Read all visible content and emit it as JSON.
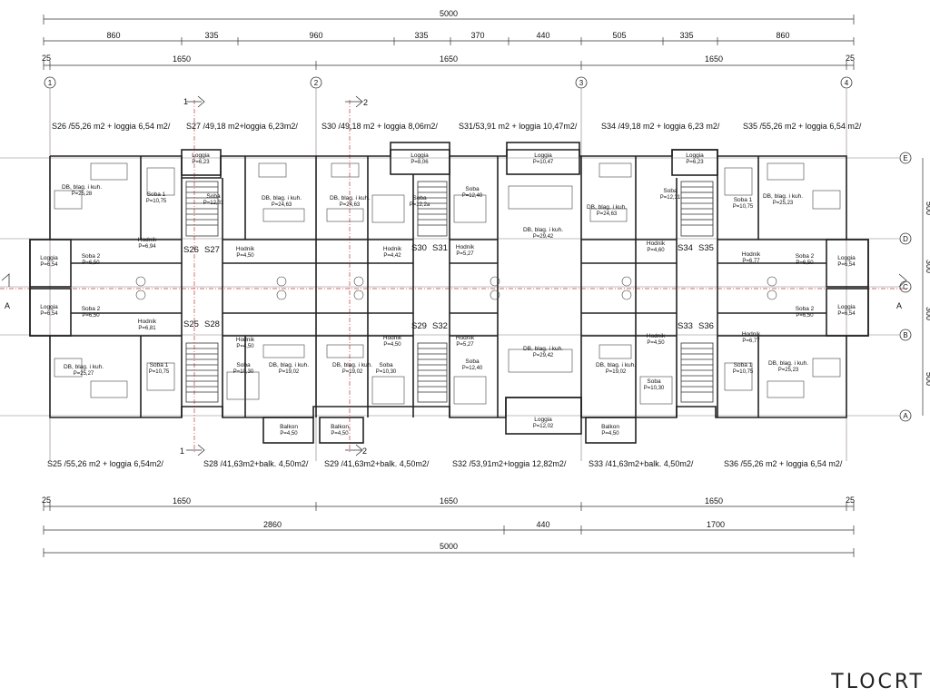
{
  "drawing": {
    "title": "TLOCRT",
    "top_dims": {
      "total": "5000",
      "row1": [
        "860",
        "335",
        "960",
        "335",
        "370",
        "440",
        "505",
        "335",
        "860"
      ],
      "row2": [
        "25",
        "1650",
        "1650",
        "1650",
        "25"
      ]
    },
    "bottom_dims": {
      "row1": [
        "25",
        "1650",
        "1650",
        "1650",
        "25"
      ],
      "row2": [
        "2860",
        "440",
        "1700"
      ],
      "total": "5000"
    },
    "right_dims": [
      "500",
      "300",
      "300",
      "500"
    ],
    "axes_cols": [
      "1",
      "2",
      "3",
      "4"
    ],
    "axes_rows": [
      "E",
      "D",
      "C",
      "B",
      "A"
    ],
    "section_marks": [
      "1",
      "2",
      "1",
      "2",
      "A",
      "A"
    ],
    "top_apartments": [
      "S26 /55,26 m2 + loggia 6,54 m2/",
      "S27 /49,18 m2+loggia 6,23m2/",
      "S30 /49,18 m2 + loggia 8,06m2/",
      "S31/53,91 m2 + loggia 10,47m2/",
      "S34 /49,18 m2 + loggia 6,23 m2/",
      "S35 /55,26 m2 + loggia 6,54 m2/"
    ],
    "bottom_apartments": [
      "S25 /55,26 m2 + loggia 6,54m2/",
      "S28 /41,63m2+balk. 4,50m2/",
      "S29 /41,63m2+balk. 4,50m2/",
      "S32 /53,91m2+loggia 12,82m2/",
      "S33 /41,63m2+balk. 4,50m2/",
      "S36 /55,26 m2 + loggia 6,54 m2/"
    ],
    "unit_labels": [
      "S26",
      "S27",
      "S25",
      "S28",
      "S30",
      "S31",
      "S29",
      "S32",
      "S34",
      "S35",
      "S33",
      "S36"
    ],
    "rooms": [
      {
        "name": "Loggia",
        "area": "P=6,23"
      },
      {
        "name": "Loggia",
        "area": "P=8,06"
      },
      {
        "name": "Loggia",
        "area": "P=10,47"
      },
      {
        "name": "Loggia",
        "area": "P=6,23"
      },
      {
        "name": "DB, blag. i kuh.",
        "area": "P=25,28"
      },
      {
        "name": "Soba 1",
        "area": "P=10,75"
      },
      {
        "name": "Soba",
        "area": "P=12,31"
      },
      {
        "name": "DB, blag. i kuh.",
        "area": "P=24,63"
      },
      {
        "name": "DB, blag. i kuh.",
        "area": "P=24,63"
      },
      {
        "name": "Soba",
        "area": "P=12,2a"
      },
      {
        "name": "Soba",
        "area": "P=12,40"
      },
      {
        "name": "DB, blag. i kuh.",
        "area": "P=29,42"
      },
      {
        "name": "DB, blag. i kuh.",
        "area": "P=24,63"
      },
      {
        "name": "Soba",
        "area": "P=12,31"
      },
      {
        "name": "Soba 1",
        "area": "P=10,75"
      },
      {
        "name": "DB, blag. i kuh.",
        "area": "P=25,23"
      },
      {
        "name": "Loggia",
        "area": "P=6,54"
      },
      {
        "name": "Soba 2",
        "area": "P=6,50"
      },
      {
        "name": "Hodnik",
        "area": "P=6,94"
      },
      {
        "name": "Hodnik",
        "area": "P=4,50"
      },
      {
        "name": "Hodnik",
        "area": "P=4,42"
      },
      {
        "name": "Hodnik",
        "area": "P=5,27"
      },
      {
        "name": "Hodnik",
        "area": "P=4,60"
      },
      {
        "name": "Hodnik",
        "area": "P=6,77"
      },
      {
        "name": "Soba 2",
        "area": "P=6,50"
      },
      {
        "name": "Loggia",
        "area": "P=6,54"
      },
      {
        "name": "Loggia",
        "area": "P=6,54"
      },
      {
        "name": "Soba 2",
        "area": "P=6,50"
      },
      {
        "name": "Hodnik",
        "area": "P=6,81"
      },
      {
        "name": "Hodnik",
        "area": "P=4,50"
      },
      {
        "name": "Hodnik",
        "area": "P=4,50"
      },
      {
        "name": "Hodnik",
        "area": "P=5,27"
      },
      {
        "name": "Hodnik",
        "area": "P=4,50"
      },
      {
        "name": "Hodnik",
        "area": "P=6,77"
      },
      {
        "name": "Soba 2",
        "area": "P=6,50"
      },
      {
        "name": "Loggia",
        "area": "P=6,54"
      },
      {
        "name": "DB, blag. i kuh.",
        "area": "P=25,27"
      },
      {
        "name": "Soba 1",
        "area": "P=10,75"
      },
      {
        "name": "Soba",
        "area": "P=10,30"
      },
      {
        "name": "DB, blag. i kuh.",
        "area": "P=19,02"
      },
      {
        "name": "DB, blag. i kuh.",
        "area": "P=19,02"
      },
      {
        "name": "Soba",
        "area": "P=10,30"
      },
      {
        "name": "Soba",
        "area": "P=12,40"
      },
      {
        "name": "DB, blag. i kuh.",
        "area": "P=29,42"
      },
      {
        "name": "DB, blag. i kuh.",
        "area": "P=19,02"
      },
      {
        "name": "Soba",
        "area": "P=10,30"
      },
      {
        "name": "Soba 1",
        "area": "P=10,75"
      },
      {
        "name": "DB, blag. i kuh.",
        "area": "P=25,23"
      },
      {
        "name": "Balkon",
        "area": "P=4,50"
      },
      {
        "name": "Balkon",
        "area": "P=4,50"
      },
      {
        "name": "Loggia",
        "area": "P=12,02"
      },
      {
        "name": "Balkon",
        "area": "P=4,50"
      }
    ]
  }
}
